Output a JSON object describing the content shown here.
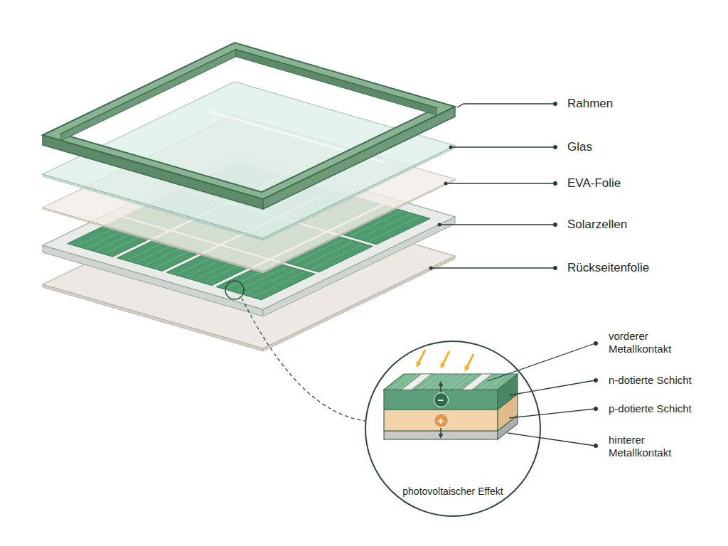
{
  "diagram": {
    "nodes": [
      {
        "text": [
          "photovoltaischer Effekt"
        ]
      },
      {
        "text": [
          "−"
        ],
        "in": 0
      },
      {
        "text": [
          "+"
        ],
        "in": 0
      }
    ],
    "labels": [
      "Rahmen",
      "Glas",
      "EVA-Folie",
      "Solarzellen",
      "Rückseitenfolie",
      "vorderer Metallkontakt",
      "n-dotierte Schicht",
      "p-dotierte Schicht",
      "hinterer Metallkontakt"
    ]
  }
}
